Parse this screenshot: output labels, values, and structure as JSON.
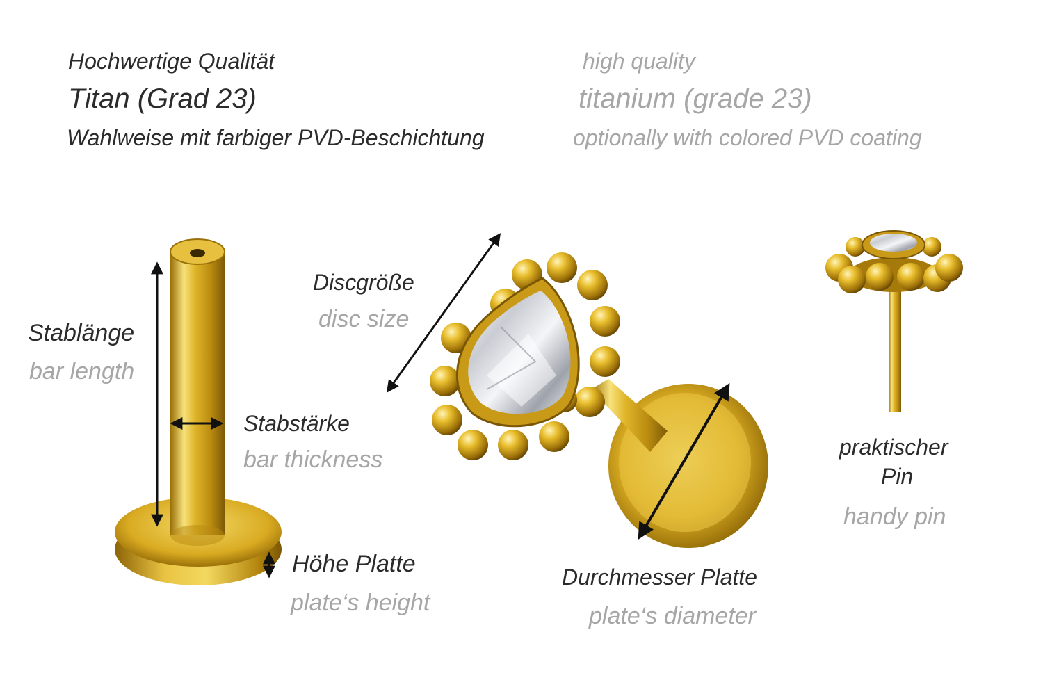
{
  "header": {
    "de": {
      "quality": "Hochwertige Qualität",
      "material": "Titan (Grad 23)",
      "coating": "Wahlweise mit farbiger PVD-Beschichtung"
    },
    "en": {
      "quality": "high quality",
      "material": "titanium (grade 23)",
      "coating": "optionally with colored PVD coating"
    }
  },
  "labels": {
    "bar_length": {
      "de": "Stablänge",
      "en": "bar length"
    },
    "bar_thickness": {
      "de": "Stabstärke",
      "en": "bar thickness"
    },
    "plate_height": {
      "de": "Höhe Platte",
      "en": "plate‘s height"
    },
    "disc_size": {
      "de": "Discgröße",
      "en": "disc size"
    },
    "plate_diameter": {
      "de": "Durchmesser Platte",
      "en": "plate‘s diameter"
    },
    "handy_pin": {
      "de_line1": "praktischer",
      "de_line2": "Pin",
      "en": "handy pin"
    }
  },
  "colors": {
    "gold_light": "#f6e27a",
    "gold": "#d4a514",
    "gold_dark": "#8a6408",
    "german_text": "#2b2b2b",
    "english_text": "#a6a6a6",
    "arrow": "#111111"
  }
}
